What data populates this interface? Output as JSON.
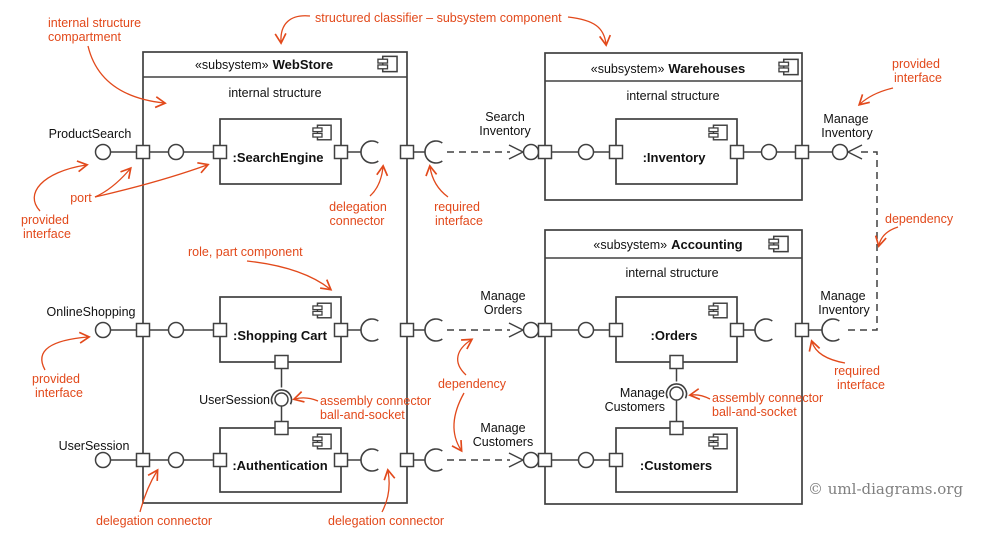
{
  "colors": {
    "annotation": "#e2491b",
    "diagram_line": "#404040",
    "text": "#111111",
    "copyright": "#808080",
    "background": "#ffffff"
  },
  "icons": {
    "component_icon": "uml-component-icon (rectangle with two left tabs)"
  },
  "subsystems": {
    "webstore": {
      "stereotype": "«subsystem»",
      "name": "WebStore",
      "compartment_label": "internal structure"
    },
    "warehouses": {
      "stereotype": "«subsystem»",
      "name": "Warehouses",
      "compartment_label": "internal structure"
    },
    "accounting": {
      "stereotype": "«subsystem»",
      "name": "Accounting",
      "compartment_label": "internal structure"
    }
  },
  "components": {
    "search_engine": {
      "name": ":SearchEngine"
    },
    "shopping_cart": {
      "name": ":Shopping Cart"
    },
    "authentication": {
      "name": ":Authentication"
    },
    "inventory": {
      "name": ":Inventory"
    },
    "orders": {
      "name": ":Orders"
    },
    "customers": {
      "name": ":Customers"
    }
  },
  "interfaces": {
    "product_search": "ProductSearch",
    "online_shopping": "OnlineShopping",
    "user_session_outer": "UserSession",
    "user_session_assembly": "UserSession",
    "search_inventory": {
      "line1": "Search",
      "line2": "Inventory"
    },
    "manage_inventory_warehouses": {
      "line1": "Manage",
      "line2": "Inventory"
    },
    "manage_orders": {
      "line1": "Manage",
      "line2": "Orders"
    },
    "manage_customers_dep": {
      "line1": "Manage",
      "line2": "Customers"
    },
    "manage_customers_assembly": {
      "line1": "Manage",
      "line2": "Customers"
    },
    "manage_inventory_accounting": {
      "line1": "Manage",
      "line2": "Inventory"
    }
  },
  "annotations": {
    "internal_structure_compartment": {
      "line1": "internal structure",
      "line2": "compartment"
    },
    "structured_classifier": "structured classifier – subsystem component",
    "provided_interface_warehouses": {
      "line1": "provided",
      "line2": "interface"
    },
    "port_label": "port",
    "provided_interface_productsearch": {
      "line1": "provided",
      "line2": "interface"
    },
    "delegation_connector_search": {
      "line1": "delegation",
      "line2": "connector"
    },
    "required_interface_webstore": {
      "line1": "required",
      "line2": "interface"
    },
    "role_part_component": "role, part component",
    "provided_interface_onlineshopping": {
      "line1": "provided",
      "line2": "interface"
    },
    "dependency_mid": "dependency",
    "dependency_right": "dependency",
    "assembly_connector_left": {
      "line1": "assembly connector",
      "line2": "ball-and-socket"
    },
    "assembly_connector_right": {
      "line1": "assembly connector",
      "line2": "ball-and-socket"
    },
    "required_interface_accounting": {
      "line1": "required",
      "line2": "interface"
    },
    "delegation_connector_bottom_left": "delegation connector",
    "delegation_connector_bottom_mid": "delegation connector"
  },
  "copyright": "© uml-diagrams.org"
}
